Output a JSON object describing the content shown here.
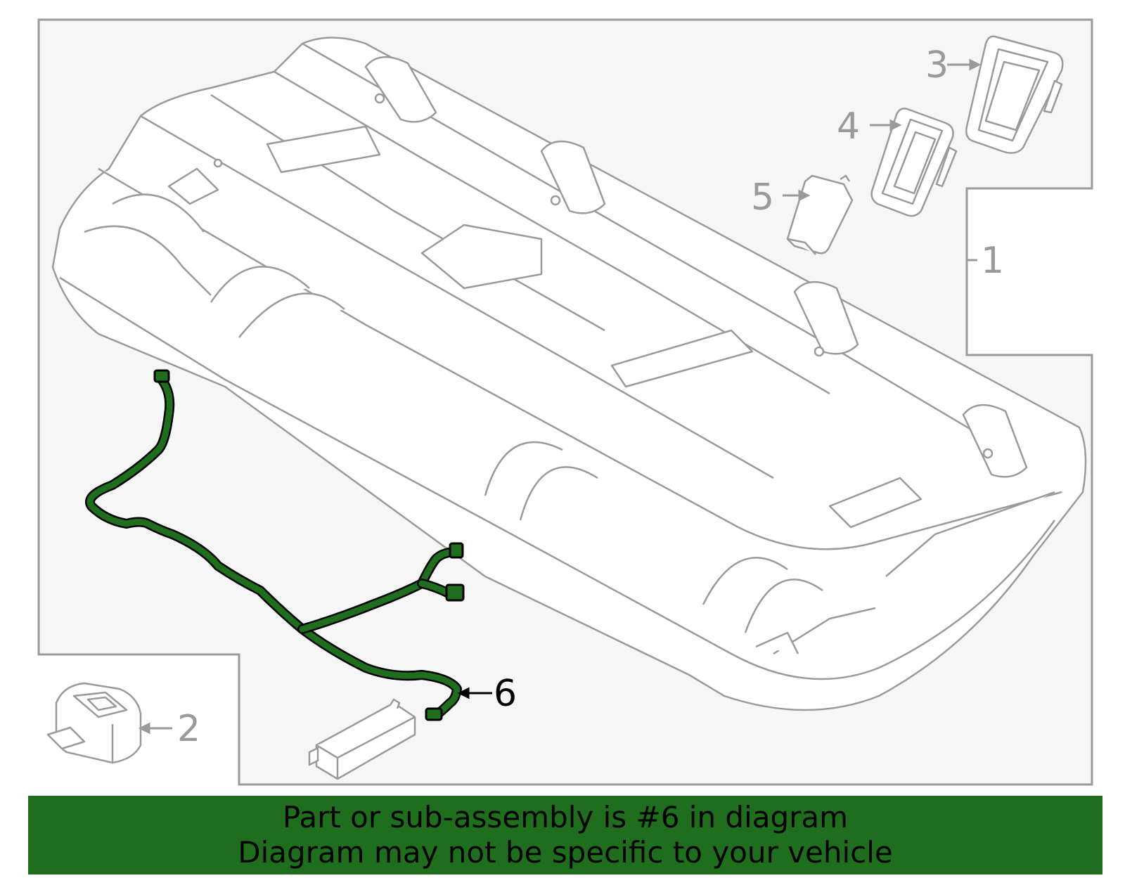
{
  "diagram": {
    "callouts": [
      "1",
      "2",
      "3",
      "4",
      "5",
      "6"
    ],
    "highlighted_part": "6",
    "highlight_color": "#1e6e1e",
    "outline_color": "#9a9a9a",
    "panel_fill": "#f6f6f6"
  },
  "banner": {
    "line1": "Part or sub-assembly is #6 in diagram",
    "line2": "Diagram may not be specific to your vehicle",
    "background": "#1e6e1e"
  }
}
